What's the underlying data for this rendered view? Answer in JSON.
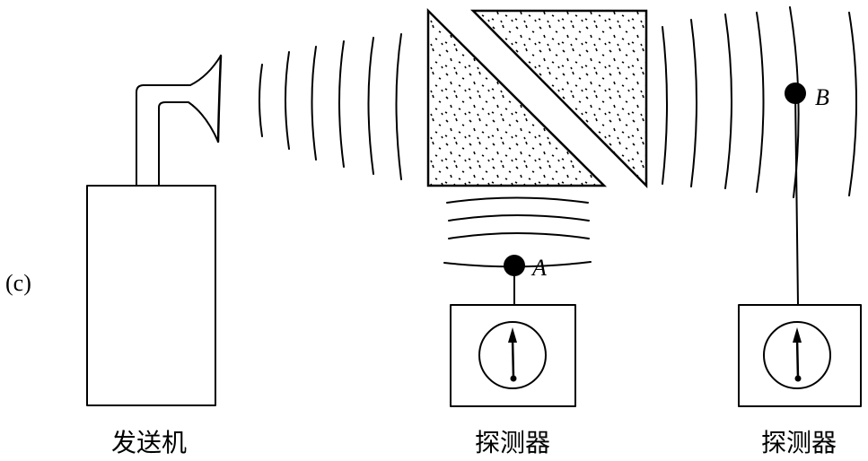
{
  "figure_label": "(c)",
  "captions": {
    "transmitter": "发送机",
    "detector_a": "探测器",
    "detector_b": "探测器"
  },
  "points": {
    "a": "A",
    "b": "B"
  }
}
